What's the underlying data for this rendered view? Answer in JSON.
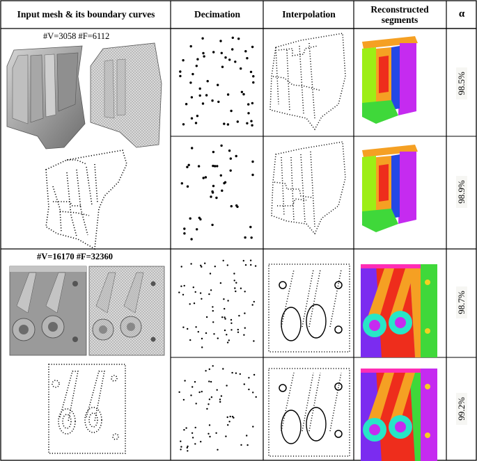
{
  "headers": {
    "input": "Input mesh & its boundary curves",
    "decimation": "Decimation",
    "interpolation": "Interpolation",
    "reconstructed": "Reconstructed segments",
    "alpha": "α"
  },
  "models": [
    {
      "caption": "#V=3058  #F=6112"
    },
    {
      "caption": "#V=16170 #F=32360"
    }
  ],
  "rows": [
    {
      "alpha": "98.5%"
    },
    {
      "alpha": "98.9%"
    },
    {
      "alpha": "98.7%"
    },
    {
      "alpha": "99.2%"
    }
  ],
  "colors": {
    "segment_orange": "#f5a023",
    "segment_magenta": "#c52bf0",
    "segment_green": "#3fd83a",
    "segment_yellow_green": "#9dee15",
    "segment_red": "#ee2d1c",
    "segment_blue": "#2348e6",
    "segment_cyan": "#27e6c7",
    "segment_pink": "#ff2db5",
    "segment_purple": "#7b2cf0",
    "mesh_gray": "#9c9c9c"
  }
}
